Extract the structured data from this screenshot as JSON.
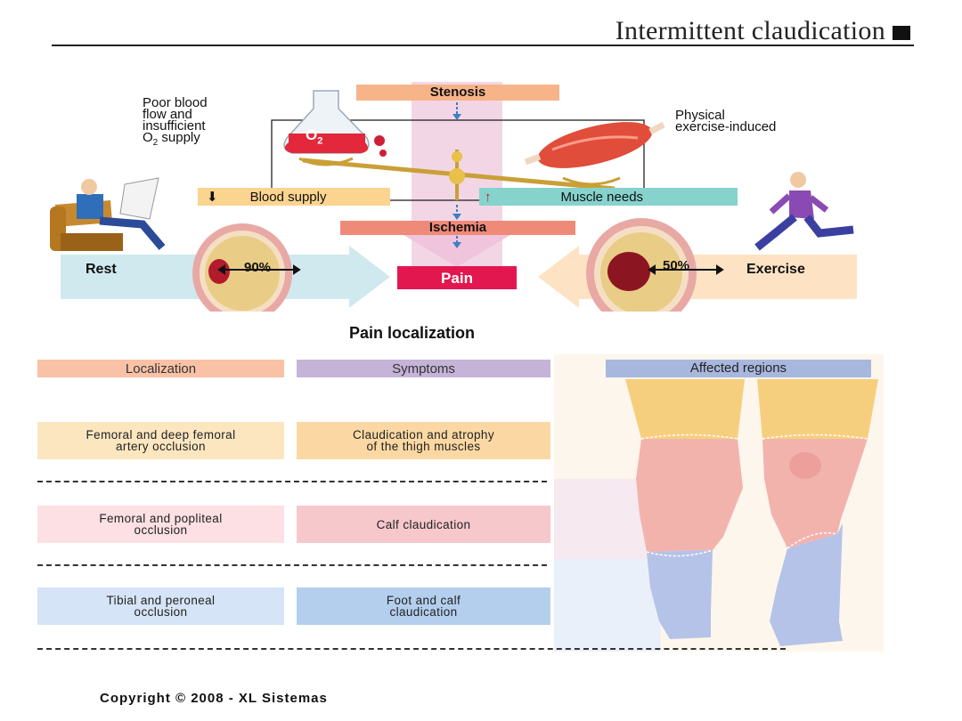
{
  "header": {
    "title": "Intermittent claudication"
  },
  "diagram": {
    "stenosis": "Stenosis",
    "poor_flow_lines": [
      "Poor blood",
      "flow and",
      "insufficient",
      "O",
      "2",
      " supply"
    ],
    "o2_label": "O",
    "o2_sub": "2",
    "exercise_induced_lines": [
      "Physical",
      "exercise-induced"
    ],
    "blood_supply": "Blood supply",
    "muscle_needs": "Muscle needs",
    "ischemia": "Ischemia",
    "pain": "Pain",
    "rest": "Rest",
    "exercise": "Exercise",
    "rest_stenosis_pct": "90%",
    "exercise_stenosis_pct": "50%",
    "down_arrow": "⬇",
    "up_arrow": "↑"
  },
  "pain_localization": {
    "heading": "Pain localization",
    "headers": {
      "localization": "Localization",
      "symptoms": "Symptoms",
      "affected": "Affected regions"
    },
    "rows": [
      {
        "localization": [
          "Femoral and deep femoral",
          "artery occlusion"
        ],
        "symptom": [
          "Claudication and atrophy",
          "of the thigh muscles"
        ]
      },
      {
        "localization": [
          "Femoral and popliteal",
          "occlusion"
        ],
        "symptom": [
          "Calf claudication"
        ]
      },
      {
        "localization": [
          "Tibial and peroneal",
          "occlusion"
        ],
        "symptom": [
          "Foot and calf",
          "claudication"
        ]
      }
    ]
  },
  "footer": {
    "copyright": "Copyright © 2008 - XL Sistemas"
  },
  "colors": {
    "orange": "#f7b489",
    "teal": "#86d2cc",
    "yellow": "#fbd490",
    "salmon": "#f08a78",
    "pain_red": "#e3174f",
    "violet": "#c6b3d8",
    "blue_header": "#a8b7dd",
    "row1": "#fbe6c0",
    "row2": "#f6c7cb",
    "row3": "#b4cfee"
  }
}
